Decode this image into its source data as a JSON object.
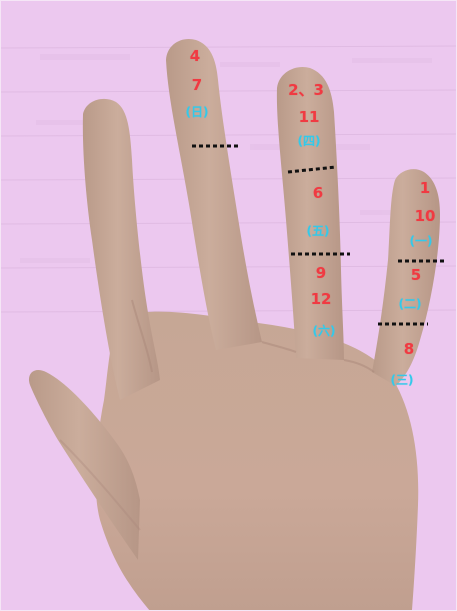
{
  "image": {
    "subject": "left-hand",
    "colors": {
      "background": "#ebc6ee",
      "skin": "#c6a796",
      "skin_shadow": "#a9887a",
      "number_label": "#f03a42",
      "bracket_label": "#33c9ea",
      "divider": "#111111"
    }
  },
  "labels": {
    "middle_finger": {
      "top": "4",
      "mid": "7",
      "bracket": "(日)"
    },
    "ring_finger": {
      "top": "2、3",
      "mid": "11",
      "bracket1": "(四)",
      "mid2": "6",
      "bracket2": "(五)",
      "low1": "9",
      "low2": "12",
      "bracket3": "(六)"
    },
    "pinky_finger": {
      "top1": "1",
      "top2": "10",
      "bracket1": "(一)",
      "mid": "5",
      "bracket2": "(二)",
      "low": "8",
      "bracket3": "(三)"
    }
  }
}
